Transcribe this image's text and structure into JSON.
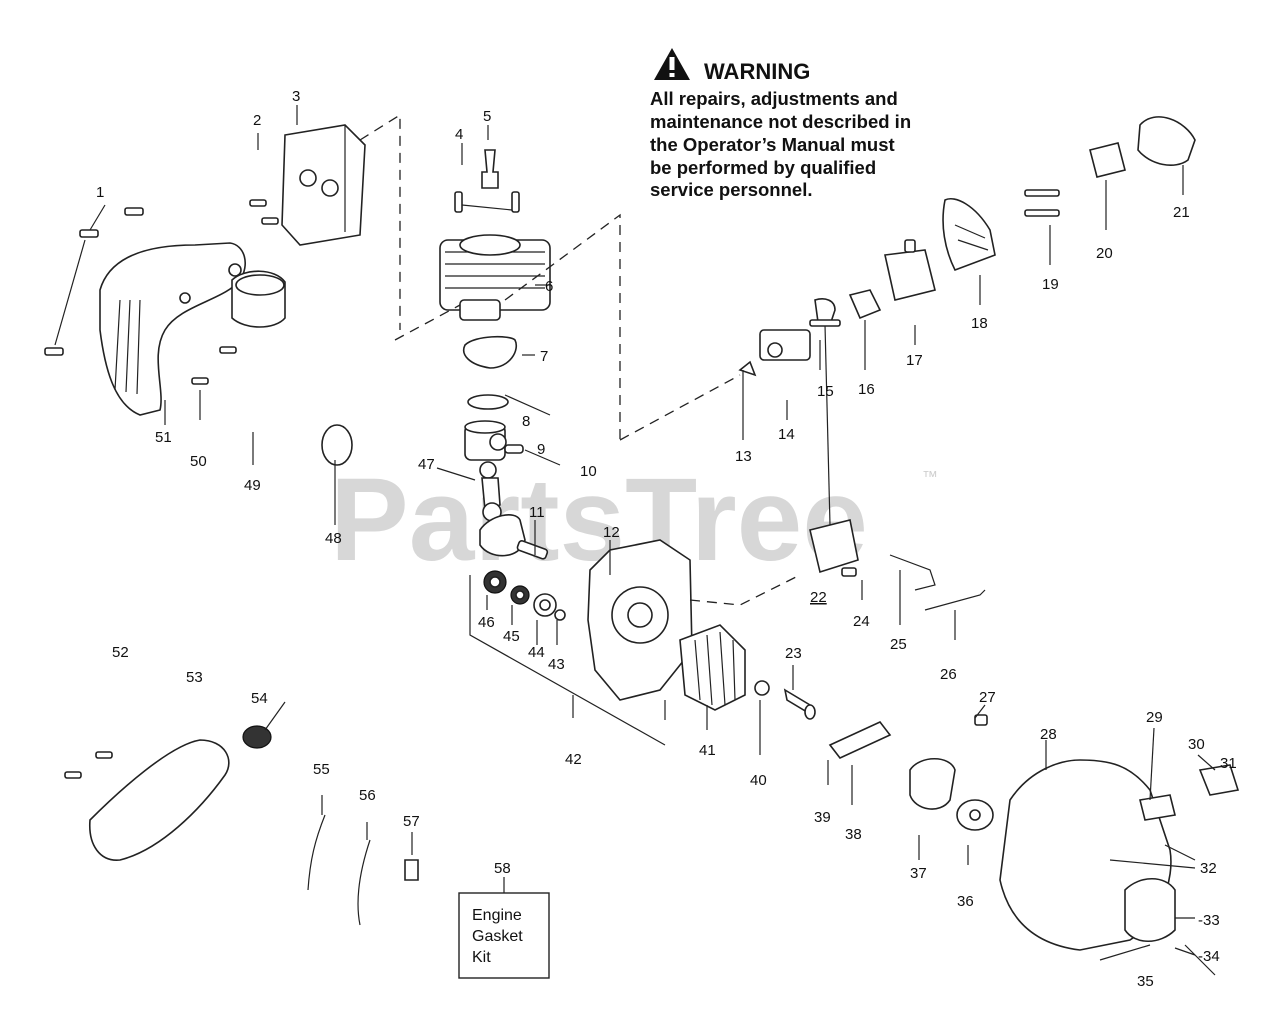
{
  "warning": {
    "title": "WARNING",
    "lines": [
      "All repairs, adjustments and",
      "maintenance not described in",
      "the Operator’s Manual must",
      "be performed by qualified",
      "service personnel."
    ]
  },
  "watermark": {
    "text": "PartsTree",
    "tm": "™"
  },
  "kit_box": {
    "lines": [
      "Engine",
      "Gasket",
      "Kit"
    ]
  },
  "callouts": [
    "1",
    "2",
    "3",
    "4",
    "5",
    "6",
    "7",
    "8",
    "9",
    "10",
    "11",
    "12",
    "13",
    "14",
    "15",
    "16",
    "17",
    "18",
    "19",
    "20",
    "21",
    "22",
    "23",
    "24",
    "25",
    "26",
    "27",
    "28",
    "29",
    "30",
    "31",
    "32",
    "-33",
    "-34",
    "35",
    "36",
    "37",
    "38",
    "39",
    "40",
    "41",
    "42",
    "43",
    "44",
    "45",
    "46",
    "47",
    "48",
    "49",
    "50",
    "51",
    "52",
    "53",
    "54",
    "55",
    "56",
    "57",
    "58"
  ]
}
